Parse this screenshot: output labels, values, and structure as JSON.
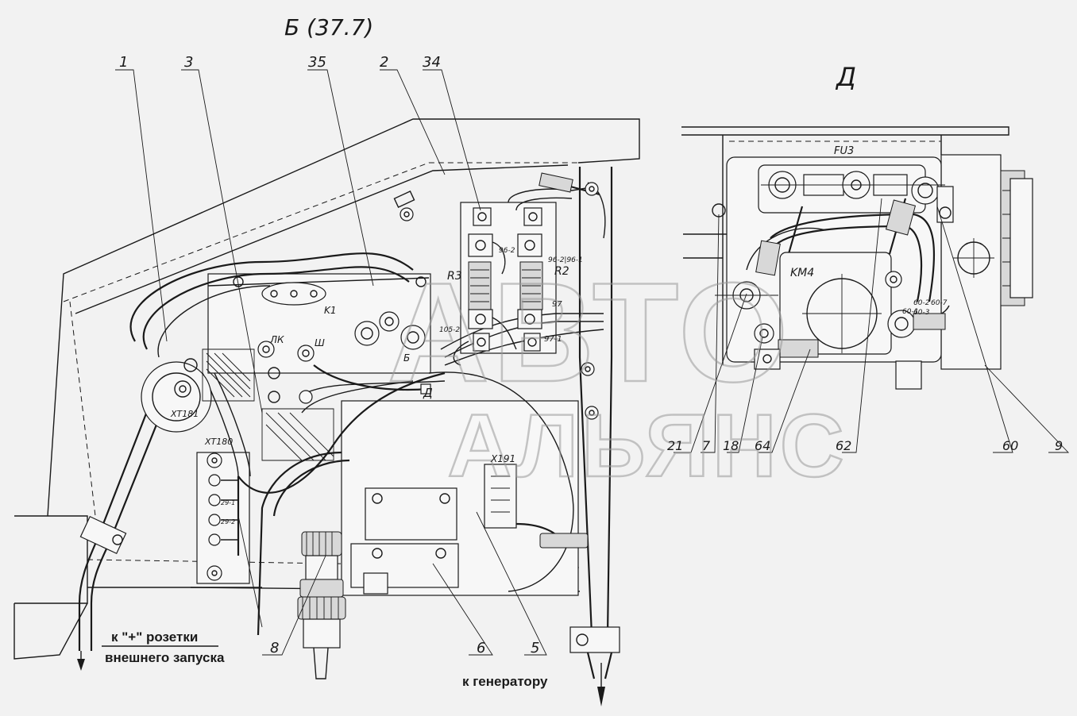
{
  "views": {
    "b": {
      "title": "Б (37.7)"
    },
    "d": {
      "title": "Д"
    }
  },
  "callouts_b": [
    "1",
    "3",
    "35",
    "2",
    "34",
    "8",
    "6",
    "5"
  ],
  "callouts_d": [
    "21",
    "7",
    "18",
    "64",
    "62",
    "60",
    "9"
  ],
  "components": {
    "resistor_r3": "R3",
    "resistor_r2": "R2",
    "relay_k1": "K1",
    "terminal_xt181": "XT181",
    "terminal_xt180": "XT180",
    "connector_x191": "X191",
    "contactor_km4": "KM4",
    "fuse_fu3": "FU3",
    "terminal_lk": "ЛК",
    "terminal_sh": "Ш",
    "terminal_b": "Б",
    "marker_d": "Д"
  },
  "wire_tags": [
    "96-2",
    "96-2|96-1",
    "97",
    "97-1",
    "105-2",
    "29-1",
    "29-2",
    "60-1",
    "60-2",
    "60-7",
    "60-3"
  ],
  "annotations": {
    "to_socket_line1": "к \"+\" розетки",
    "to_socket_line2": "внешнего запуска",
    "to_generator": "к генератору"
  },
  "watermark": {
    "line1": "АВТО",
    "line2": "АЛЬЯНС"
  }
}
